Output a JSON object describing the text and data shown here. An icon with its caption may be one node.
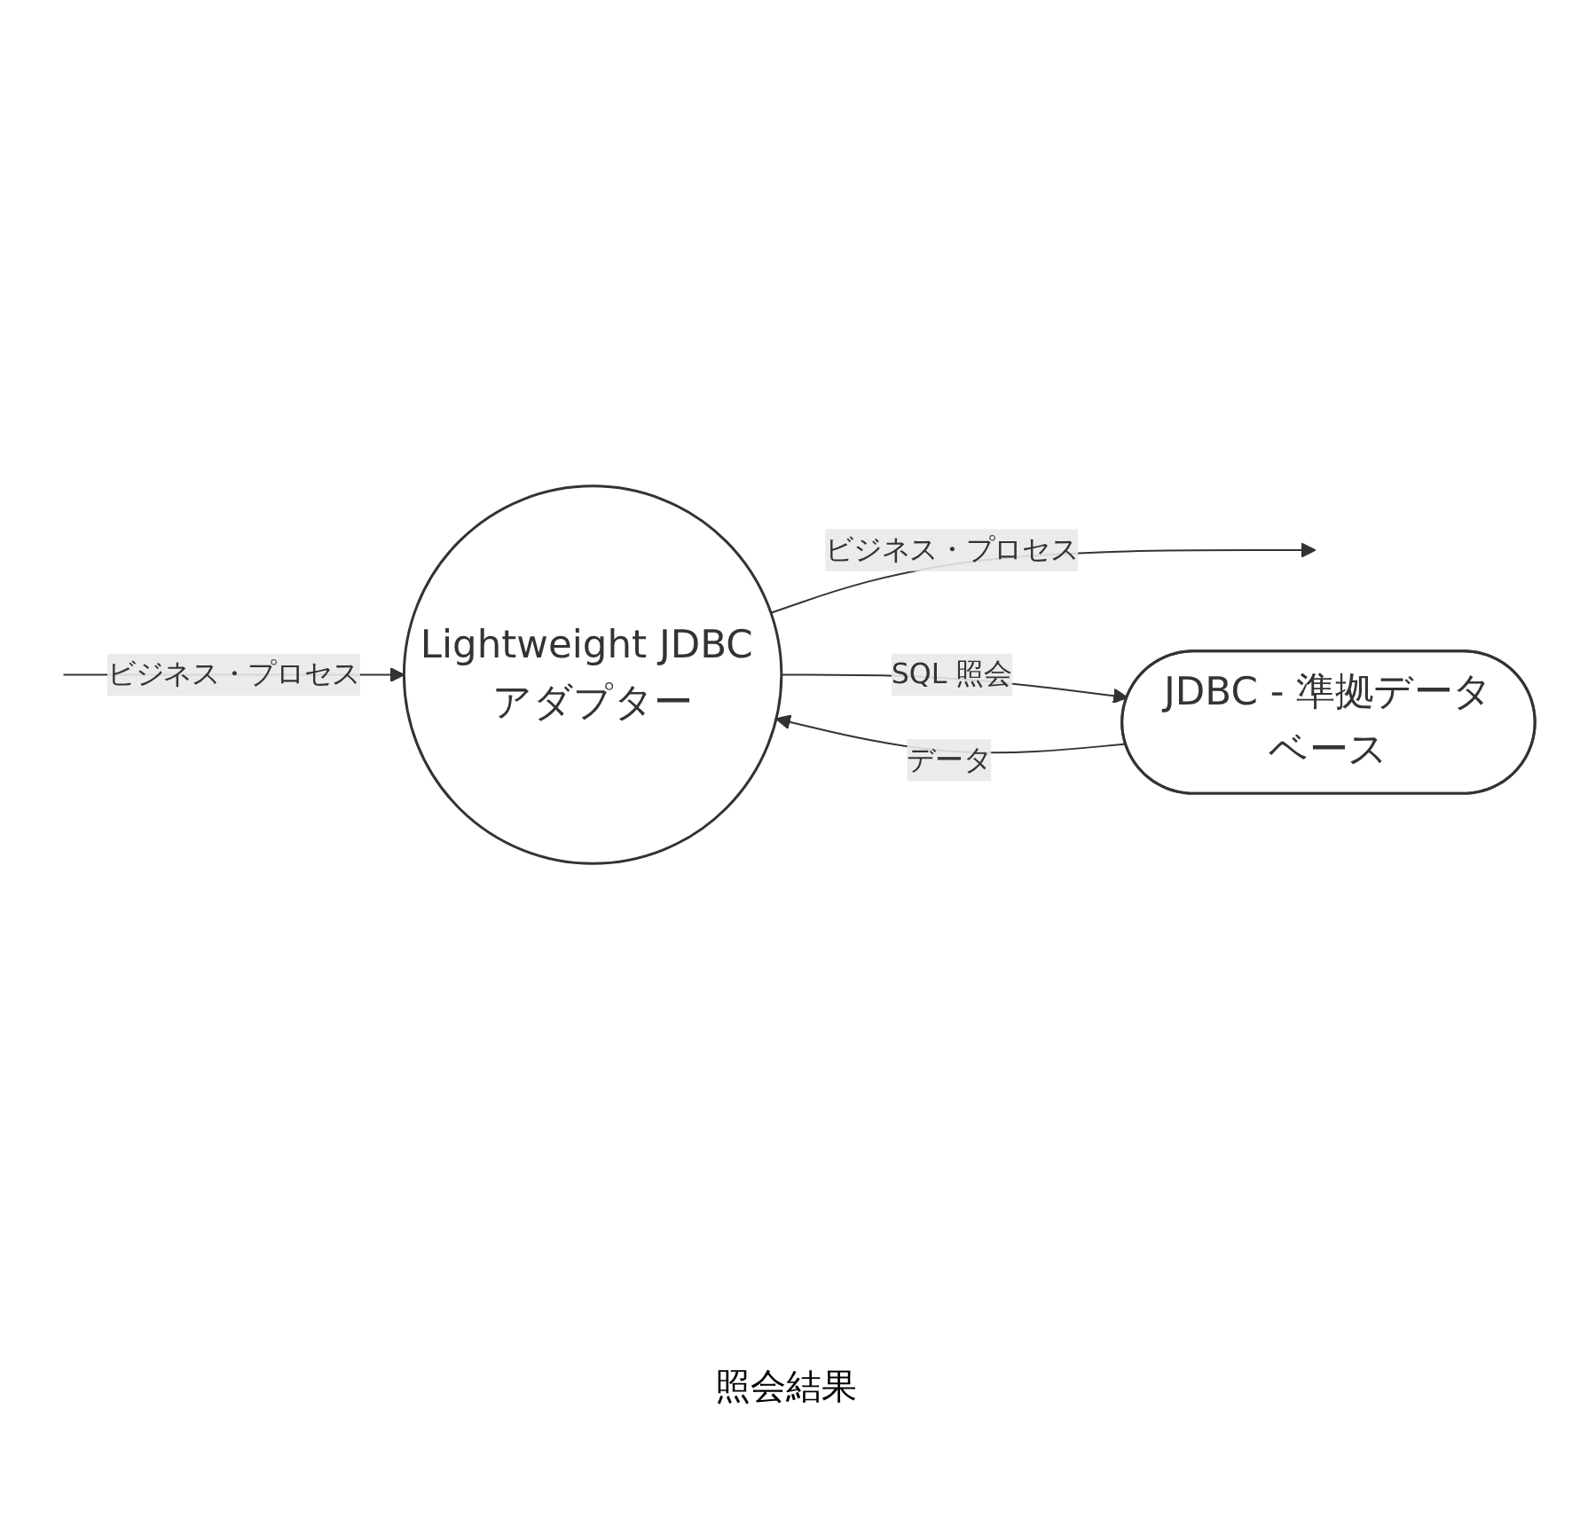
{
  "diagram": {
    "nodes": [
      {
        "text": [
          "Lightweight JDBC アダプター"
        ]
      },
      {
        "text": [
          "JDBC - 準拠データベース"
        ]
      }
    ],
    "edges": [
      {
        "from": null,
        "to": 0,
        "arrow": "to",
        "label": "ビジネス・プロセス"
      },
      {
        "from": 0,
        "to": null,
        "arrow": "to",
        "label": "ビジネス・プロセス"
      },
      {
        "from": 0,
        "to": 1,
        "arrow": "to",
        "label": "SQL 照会"
      },
      {
        "from": 1,
        "to": 0,
        "arrow": "to",
        "label": "データ"
      }
    ],
    "labels": [
      "照会結果"
    ]
  }
}
